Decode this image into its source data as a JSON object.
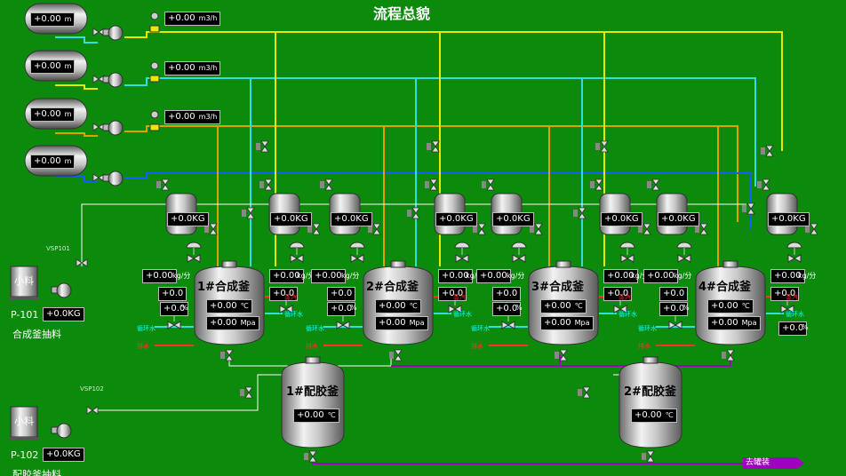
{
  "title": "流程总貌",
  "raw_tanks": [
    {
      "value": "+0.00",
      "unit": "m"
    },
    {
      "value": "+0.00",
      "unit": "m"
    },
    {
      "value": "+0.00",
      "unit": "m"
    },
    {
      "value": "+0.00",
      "unit": "m"
    }
  ],
  "flows": [
    {
      "value": "+0.00",
      "unit": "m3/h"
    },
    {
      "value": "+0.00",
      "unit": "m3/h"
    },
    {
      "value": "+0.00",
      "unit": "m3/h"
    }
  ],
  "weigh_tanks": [
    "+0.0KG",
    "+0.0KG",
    "+0.0KG",
    "+0.0KG",
    "+0.0KG",
    "+0.0KG",
    "+0.0KG",
    "+0.0KG"
  ],
  "reactors": [
    {
      "name": "1#合成釜",
      "temp": "+0.00",
      "pres": "+0.00",
      "weight": "+0.00",
      "p1": "+0.0",
      "p2": "+0.0",
      "p3": "+0.0"
    },
    {
      "name": "2#合成釜",
      "temp": "+0.00",
      "pres": "+0.00",
      "weight": "+0.00",
      "p1": "+0.0",
      "p2": "+0.0",
      "p3": "+0.0"
    },
    {
      "name": "3#合成釜",
      "temp": "+0.00",
      "pres": "+0.00",
      "weight": "+0.00",
      "p1": "+0.0",
      "p2": "+0.0",
      "p3": "+0.0"
    },
    {
      "name": "4#合成釜",
      "temp": "+0.00",
      "pres": "+0.00",
      "weight": "+0.00",
      "p1": "+0.0",
      "p2": "+0.0",
      "p3": "+0.0"
    }
  ],
  "mixers": [
    {
      "name": "1#配胶釜",
      "temp": "+0.00"
    },
    {
      "name": "2#配胶釜",
      "temp": "+0.00"
    }
  ],
  "units": {
    "temp": "℃",
    "pres": "Mpa",
    "kg": "kg/分",
    "pct": "%"
  },
  "tags": {
    "water": "循环水",
    "drain": "排水",
    "steam": "蒸汽"
  },
  "feeders": [
    {
      "box": "小料",
      "pump": "P-101",
      "value": "+0.0KG",
      "vsp": "VSP101",
      "label": "合成釜抽料"
    },
    {
      "box": "小料",
      "pump": "P-102",
      "value": "+0.0KG",
      "vsp": "VSP102",
      "label": "配胶釜抽料"
    }
  ],
  "outlet": "去罐装",
  "colors": {
    "bg": "#0b8a0b",
    "yellow": "#e8e800",
    "cyan": "#30e0e0",
    "orange": "#e0a000",
    "blue": "#1060ff",
    "purple": "#a000c0"
  }
}
